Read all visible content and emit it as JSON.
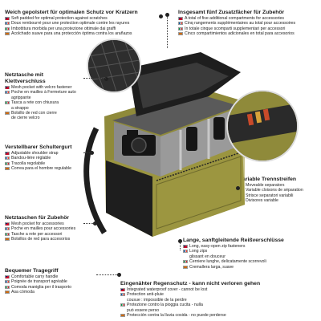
{
  "features": {
    "padded": {
      "title": "Weich gepolstert für optimalen Schutz vor Kratzern",
      "lines": [
        {
          "flag": "gb",
          "text": "Soft padded for optimal protection against scratches"
        },
        {
          "flag": "fr",
          "text": "Doux rembourré pour une protection optimale contre les rayures"
        },
        {
          "flag": "it",
          "text": "Imbottitura morbida per una protezione ottimale dai graffi"
        },
        {
          "flag": "es",
          "text": "Acolchado suave para una protección óptima contra los arañazos"
        }
      ]
    },
    "compartments": {
      "title": "Insgesamt fünf Zusatzfächer für Zubehör",
      "lines": [
        {
          "flag": "gb",
          "text": "A total of five additional compartments for accessories"
        },
        {
          "flag": "fr",
          "text": "Cinq rangements supplémentaires au total pour accessoires"
        },
        {
          "flag": "it",
          "text": "In totale cinque scomparti supplementari per accessori"
        },
        {
          "flag": "es",
          "text": "Cinco compartimientos adicionales en total para accesorios"
        }
      ]
    },
    "mesh_velcro": {
      "title": "Netztasche mit Klettverschluss",
      "lines": [
        {
          "flag": "gb",
          "text": "Mesh pocket with velcro fastener"
        },
        {
          "flag": "fr",
          "text": "Poche en mailles à Fermeture auto"
        },
        {
          "flag": "",
          "text": "agrippante"
        },
        {
          "flag": "it",
          "text": "Tasca a rete con chiusura"
        },
        {
          "flag": "",
          "text": "a strappo"
        },
        {
          "flag": "es",
          "text": "Bolsillo de red con cierre"
        },
        {
          "flag": "",
          "text": "de cierre velcro"
        }
      ]
    },
    "strap": {
      "title": "Verstellbarer Schultergurt",
      "lines": [
        {
          "flag": "gb",
          "text": "Adjustable shoulder strap"
        },
        {
          "flag": "fr",
          "text": "Bandou-lière réglable"
        },
        {
          "flag": "it",
          "text": "Tracolla regolabile"
        },
        {
          "flag": "es",
          "text": "Correa para el hombre regulable"
        }
      ]
    },
    "separators": {
      "title": "Variable Trennstreifen",
      "lines": [
        {
          "flag": "gb",
          "text": "Moveable separators"
        },
        {
          "flag": "fr",
          "text": "Variable cloisons de séparation"
        },
        {
          "flag": "it",
          "text": "Strisce separatori variabili"
        },
        {
          "flag": "es",
          "text": "Divisores variable"
        }
      ]
    },
    "mesh_accessories": {
      "title": "Netztaschen für Zubehör",
      "lines": [
        {
          "flag": "gb",
          "text": "Mesh pocket for accessories"
        },
        {
          "flag": "fr",
          "text": "Poche en mailles pour accessories"
        },
        {
          "flag": "it",
          "text": "Tasche a rete per accessori"
        },
        {
          "flag": "es",
          "text": "Bolsillos de red para accesorios"
        }
      ]
    },
    "zipper": {
      "title": "Lange, sanftgleitende Reißverschlüsse",
      "lines": [
        {
          "flag": "gb",
          "text": "Long, easy-open zip fasteners"
        },
        {
          "flag": "fr",
          "text": "Long zips"
        },
        {
          "flag": "",
          "text": "glissant en douceur"
        },
        {
          "flag": "it",
          "text": "Cerniere lunghe, delicatamente scorrevoli"
        },
        {
          "flag": "es",
          "text": "Cremallera larga, suave"
        }
      ]
    },
    "handle": {
      "title": "Bequemer Tragegriff",
      "lines": [
        {
          "flag": "gb",
          "text": "Comfortable carry handle"
        },
        {
          "flag": "fr",
          "text": "Poignée de transport agréable"
        },
        {
          "flag": "it",
          "text": "Comoda maniglia per il trasporto"
        },
        {
          "flag": "es",
          "text": "Asa cómoda"
        }
      ]
    },
    "raincover": {
      "title": "Eingenähter Regenschutz - kann nicht verloren gehen",
      "lines": [
        {
          "flag": "gb",
          "text": "Integrated waterproof cover - cannot be lost"
        },
        {
          "flag": "fr",
          "text": "Protection anti-pluie"
        },
        {
          "flag": "",
          "text": "cousue : impossible de la perdre"
        },
        {
          "flag": "it",
          "text": "Protezione contro la pioggia cucita - nulla"
        },
        {
          "flag": "",
          "text": "può essere perso"
        },
        {
          "flag": "es",
          "text": "Protección contra la lluvia cosida - no puede perderse"
        }
      ]
    }
  },
  "colors": {
    "bag_body": "#8f8a3a",
    "bag_dark": "#1e1e1e",
    "interior": "#9a9a9a",
    "mesh": "#4a4a4a"
  }
}
